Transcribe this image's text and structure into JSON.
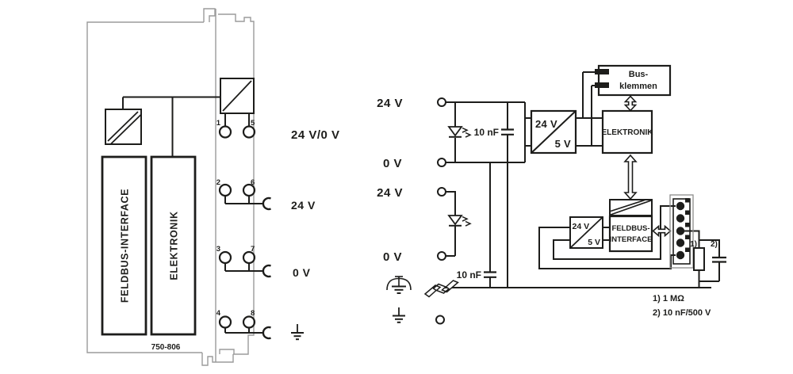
{
  "colors": {
    "ink": "#1d1d1b",
    "outline": "#9b9b9b",
    "background": "#ffffff"
  },
  "left_module": {
    "part_number": "750-806",
    "block1": "FELDBUS-INTERFACE",
    "block2": "ELEKTRONIK",
    "contacts": [
      "1",
      "5",
      "2",
      "6",
      "3",
      "7",
      "4",
      "8"
    ],
    "label_supply": "24 V/0 V",
    "label_24v": "24 V",
    "label_0v": "0 V"
  },
  "schematic": {
    "sys_24v": "24 V",
    "sys_0v": "0 V",
    "sys_cap": "10 nF",
    "field_24v": "24 V",
    "field_0v": "0 V",
    "field_cap": "10 nF",
    "dcdc1_in": "24 V",
    "dcdc1_out": "5 V",
    "dcdc2_in": "24 V",
    "dcdc2_out": "5 V",
    "bus_terminal_line1": "Bus-",
    "bus_terminal_line2": "klemmen",
    "electronics": "ELEKTRONIK",
    "fieldbus_line1": "FELDBUS-",
    "fieldbus_line2": "INTERFACE",
    "ref1": "1)",
    "ref2": "2)",
    "footnote1": "1) 1 MΩ",
    "footnote2": "2) 10 nF/500 V"
  }
}
